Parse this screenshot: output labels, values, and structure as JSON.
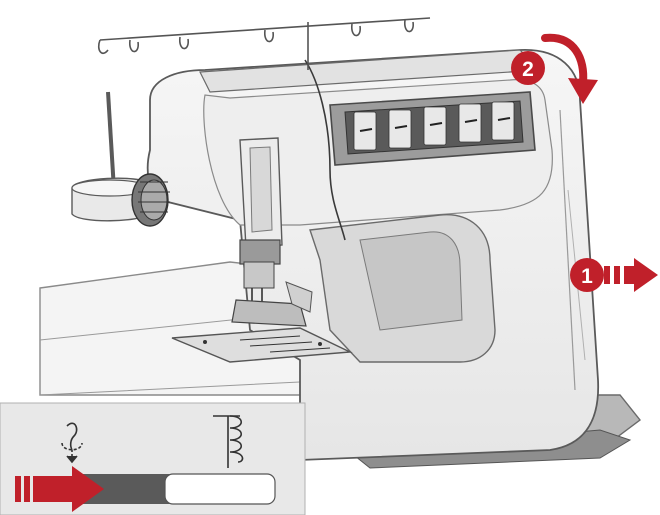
{
  "illustration": {
    "subject": "sewing-machine-looper-cover-open",
    "colors": {
      "body": "#f2f2f2",
      "outline": "#5a5a5a",
      "shadow": "#d4d4d4",
      "dark": "#3a3a3a",
      "accent": "#c0202a"
    }
  },
  "callouts": [
    {
      "number": "1",
      "direction": "pull-right"
    },
    {
      "number": "2",
      "direction": "swing-down"
    }
  ],
  "inset": {
    "icons": [
      "thread-hook-icon",
      "thread-coil-icon"
    ],
    "bar_arrow": "arrow-right"
  }
}
